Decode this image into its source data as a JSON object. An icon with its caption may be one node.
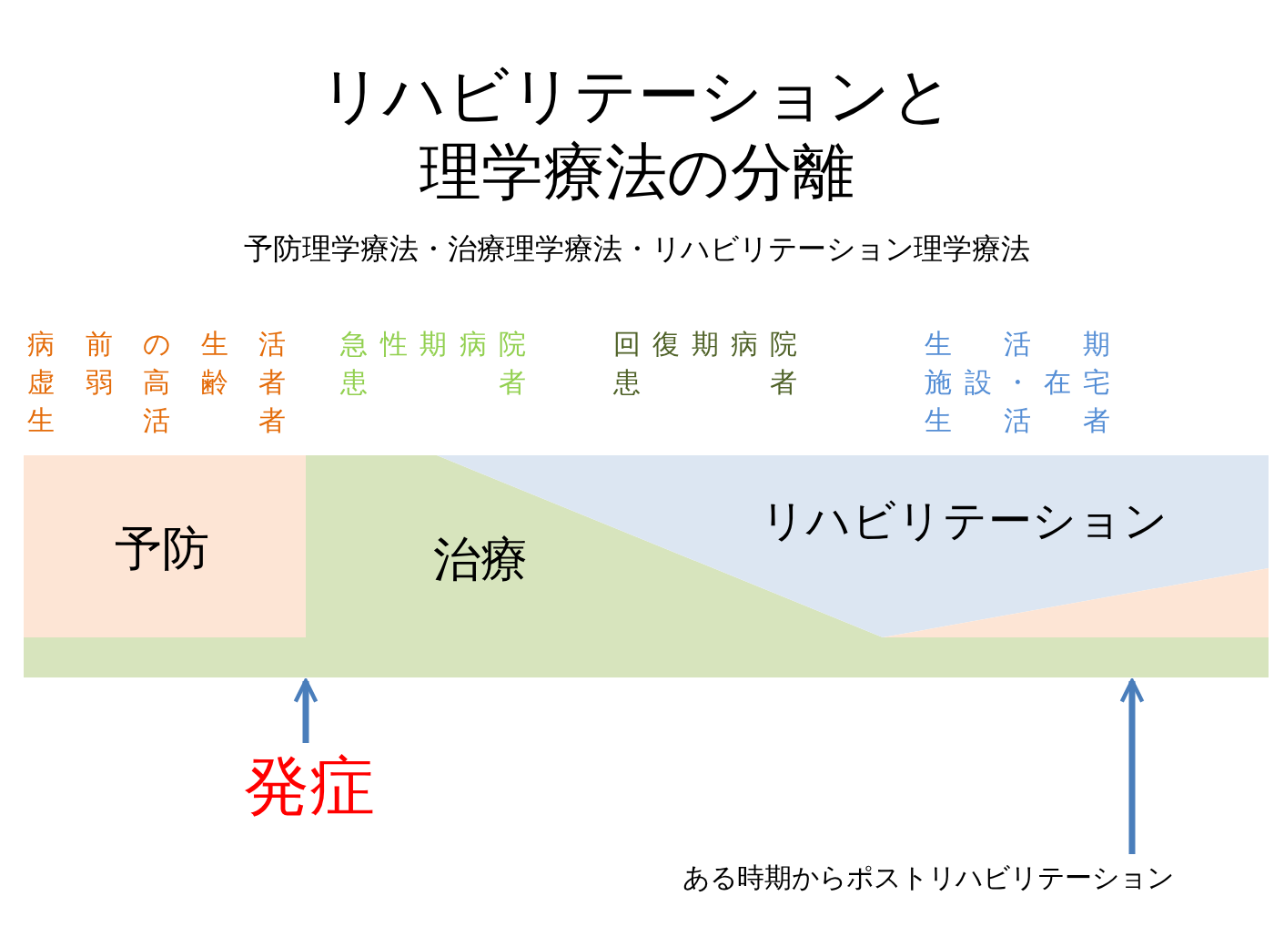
{
  "diagram": {
    "title": "リハビリテーションと理学療法の分離",
    "nodes": [
      {
        "text": [
          "予防"
        ]
      },
      {
        "text": [
          "治療"
        ]
      },
      {
        "text": [
          "リハビリテーション"
        ]
      },
      {
        "text": [],
        "shape": "triangle"
      },
      {
        "text": [],
        "shape": "bar"
      },
      {
        "text": [
          "発症"
        ]
      },
      {
        "text": [
          "ある時期からポストリハビリテーション"
        ]
      }
    ],
    "edges": [
      {
        "from": 5,
        "to": 4,
        "arrow": "to"
      },
      {
        "from": 6,
        "to": 4,
        "arrow": "to"
      }
    ],
    "labels": [
      "予防理学療法・治療理学療法・リハビリテーション理学療法",
      "病前の生活虚弱高齢者生活者",
      "急性期病院患者",
      "回復期病院患者",
      "生活期施設・在宅生活者"
    ]
  }
}
